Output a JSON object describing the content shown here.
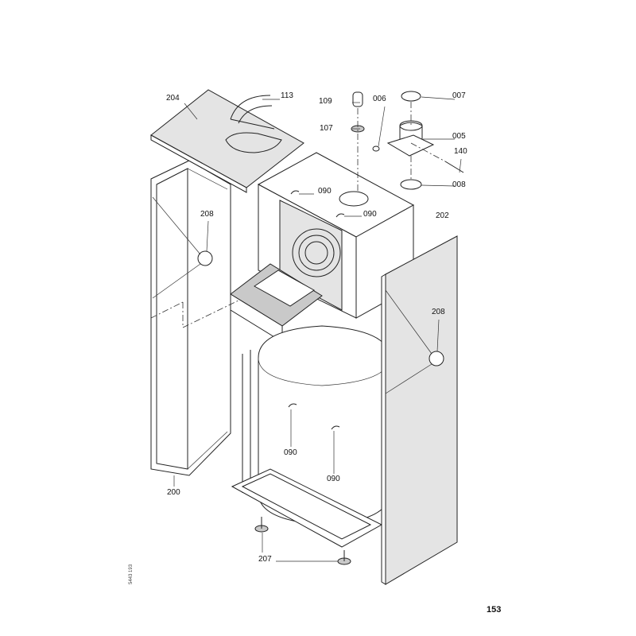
{
  "diagram": {
    "labels": {
      "p204": "204",
      "p113": "113",
      "p109": "109",
      "p006": "006",
      "p007": "007",
      "p107": "107",
      "p005": "005",
      "p140": "140",
      "p008": "008",
      "p090a": "090",
      "p090b": "090",
      "p208a": "208",
      "p202": "202",
      "p208b": "208",
      "p090c": "090",
      "p090d": "090",
      "p200": "200",
      "p207": "207"
    },
    "page_number": "153",
    "drawing_code": "5443 193"
  }
}
